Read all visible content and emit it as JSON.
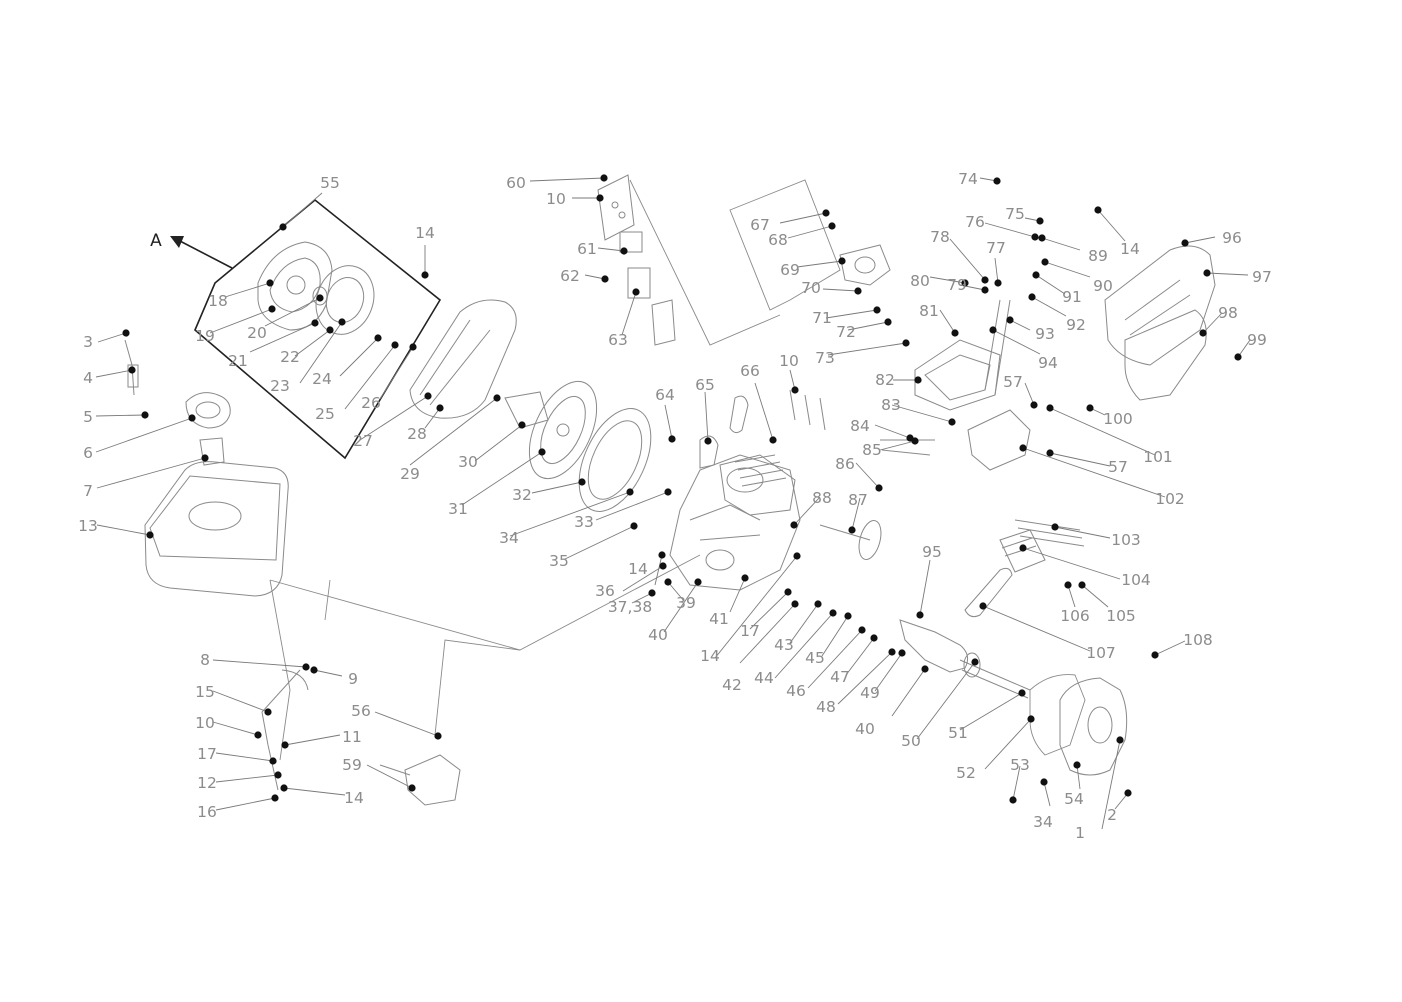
{
  "diagram": {
    "callout_group_label": "A",
    "part_numbers": [
      "1",
      "2",
      "3",
      "4",
      "5",
      "6",
      "7",
      "8",
      "9",
      "10",
      "11",
      "12",
      "13",
      "14",
      "15",
      "16",
      "17",
      "18",
      "19",
      "20",
      "21",
      "22",
      "23",
      "24",
      "25",
      "26",
      "27",
      "28",
      "29",
      "30",
      "31",
      "32",
      "33",
      "34",
      "35",
      "36",
      "37,38",
      "39",
      "40",
      "41",
      "42",
      "43",
      "44",
      "45",
      "46",
      "47",
      "48",
      "49",
      "50",
      "51",
      "52",
      "53",
      "54",
      "55",
      "56",
      "57",
      "59",
      "60",
      "61",
      "62",
      "63",
      "64",
      "65",
      "66",
      "67",
      "68",
      "69",
      "70",
      "71",
      "72",
      "73",
      "74",
      "75",
      "76",
      "77",
      "78",
      "79",
      "80",
      "81",
      "82",
      "83",
      "84",
      "85",
      "86",
      "87",
      "88",
      "89",
      "90",
      "91",
      "92",
      "93",
      "94",
      "95",
      "96",
      "97",
      "98",
      "99",
      "100",
      "101",
      "102",
      "103",
      "104",
      "105",
      "106",
      "107",
      "108"
    ],
    "callouts": [
      {
        "text": "55",
        "part": "55"
      },
      {
        "text": "A",
        "part": "A"
      },
      {
        "text": "14",
        "part": "14"
      },
      {
        "text": "18",
        "part": "18"
      },
      {
        "text": "19",
        "part": "19"
      },
      {
        "text": "20",
        "part": "20"
      },
      {
        "text": "21",
        "part": "21"
      },
      {
        "text": "22",
        "part": "22"
      },
      {
        "text": "23",
        "part": "23"
      },
      {
        "text": "24",
        "part": "24"
      },
      {
        "text": "25",
        "part": "25"
      },
      {
        "text": "26",
        "part": "26"
      },
      {
        "text": "27",
        "part": "27"
      },
      {
        "text": "28",
        "part": "28"
      },
      {
        "text": "29",
        "part": "29"
      },
      {
        "text": "30",
        "part": "30"
      },
      {
        "text": "31",
        "part": "31"
      },
      {
        "text": "32",
        "part": "32"
      },
      {
        "text": "33",
        "part": "33"
      },
      {
        "text": "34",
        "part": "34"
      },
      {
        "text": "35",
        "part": "35"
      },
      {
        "text": "14",
        "part": "14"
      },
      {
        "text": "36",
        "part": "36"
      },
      {
        "text": "37,38",
        "part": "37,38"
      },
      {
        "text": "39",
        "part": "39"
      },
      {
        "text": "40",
        "part": "40"
      },
      {
        "text": "41",
        "part": "41"
      },
      {
        "text": "14",
        "part": "14"
      },
      {
        "text": "17",
        "part": "17"
      },
      {
        "text": "42",
        "part": "42"
      },
      {
        "text": "43",
        "part": "43"
      },
      {
        "text": "44",
        "part": "44"
      },
      {
        "text": "45",
        "part": "45"
      },
      {
        "text": "46",
        "part": "46"
      },
      {
        "text": "47",
        "part": "47"
      },
      {
        "text": "48",
        "part": "48"
      },
      {
        "text": "49",
        "part": "49"
      },
      {
        "text": "40",
        "part": "40"
      },
      {
        "text": "50",
        "part": "50"
      },
      {
        "text": "51",
        "part": "51"
      },
      {
        "text": "52",
        "part": "52"
      },
      {
        "text": "53",
        "part": "53"
      },
      {
        "text": "34",
        "part": "34"
      },
      {
        "text": "54",
        "part": "54"
      },
      {
        "text": "1",
        "part": "1"
      },
      {
        "text": "2",
        "part": "2"
      },
      {
        "text": "3",
        "part": "3"
      },
      {
        "text": "4",
        "part": "4"
      },
      {
        "text": "5",
        "part": "5"
      },
      {
        "text": "6",
        "part": "6"
      },
      {
        "text": "7",
        "part": "7"
      },
      {
        "text": "13",
        "part": "13"
      },
      {
        "text": "8",
        "part": "8"
      },
      {
        "text": "9",
        "part": "9"
      },
      {
        "text": "15",
        "part": "15"
      },
      {
        "text": "10",
        "part": "10"
      },
      {
        "text": "11",
        "part": "11"
      },
      {
        "text": "17",
        "part": "17"
      },
      {
        "text": "12",
        "part": "12"
      },
      {
        "text": "14",
        "part": "14"
      },
      {
        "text": "16",
        "part": "16"
      },
      {
        "text": "56",
        "part": "56"
      },
      {
        "text": "59",
        "part": "59"
      },
      {
        "text": "60",
        "part": "60"
      },
      {
        "text": "10",
        "part": "10"
      },
      {
        "text": "61",
        "part": "61"
      },
      {
        "text": "62",
        "part": "62"
      },
      {
        "text": "63",
        "part": "63"
      },
      {
        "text": "64",
        "part": "64"
      },
      {
        "text": "65",
        "part": "65"
      },
      {
        "text": "66",
        "part": "66"
      },
      {
        "text": "10",
        "part": "10"
      },
      {
        "text": "67",
        "part": "67"
      },
      {
        "text": "68",
        "part": "68"
      },
      {
        "text": "69",
        "part": "69"
      },
      {
        "text": "70",
        "part": "70"
      },
      {
        "text": "71",
        "part": "71"
      },
      {
        "text": "72",
        "part": "72"
      },
      {
        "text": "73",
        "part": "73"
      },
      {
        "text": "74",
        "part": "74"
      },
      {
        "text": "75",
        "part": "75"
      },
      {
        "text": "14",
        "part": "14"
      },
      {
        "text": "76",
        "part": "76"
      },
      {
        "text": "89",
        "part": "89"
      },
      {
        "text": "78",
        "part": "78"
      },
      {
        "text": "77",
        "part": "77"
      },
      {
        "text": "90",
        "part": "90"
      },
      {
        "text": "80",
        "part": "80"
      },
      {
        "text": "79",
        "part": "79"
      },
      {
        "text": "91",
        "part": "91"
      },
      {
        "text": "92",
        "part": "92"
      },
      {
        "text": "81",
        "part": "81"
      },
      {
        "text": "93",
        "part": "93"
      },
      {
        "text": "94",
        "part": "94"
      },
      {
        "text": "82",
        "part": "82"
      },
      {
        "text": "57",
        "part": "57"
      },
      {
        "text": "83",
        "part": "83"
      },
      {
        "text": "100",
        "part": "100"
      },
      {
        "text": "84",
        "part": "84"
      },
      {
        "text": "101",
        "part": "101"
      },
      {
        "text": "85",
        "part": "85"
      },
      {
        "text": "57",
        "part": "57"
      },
      {
        "text": "86",
        "part": "86"
      },
      {
        "text": "102",
        "part": "102"
      },
      {
        "text": "87",
        "part": "87"
      },
      {
        "text": "88",
        "part": "88"
      },
      {
        "text": "96",
        "part": "96"
      },
      {
        "text": "97",
        "part": "97"
      },
      {
        "text": "98",
        "part": "98"
      },
      {
        "text": "99",
        "part": "99"
      },
      {
        "text": "103",
        "part": "103"
      },
      {
        "text": "95",
        "part": "95"
      },
      {
        "text": "104",
        "part": "104"
      },
      {
        "text": "106",
        "part": "106"
      },
      {
        "text": "105",
        "part": "105"
      },
      {
        "text": "107",
        "part": "107"
      },
      {
        "text": "108",
        "part": "108"
      }
    ]
  }
}
